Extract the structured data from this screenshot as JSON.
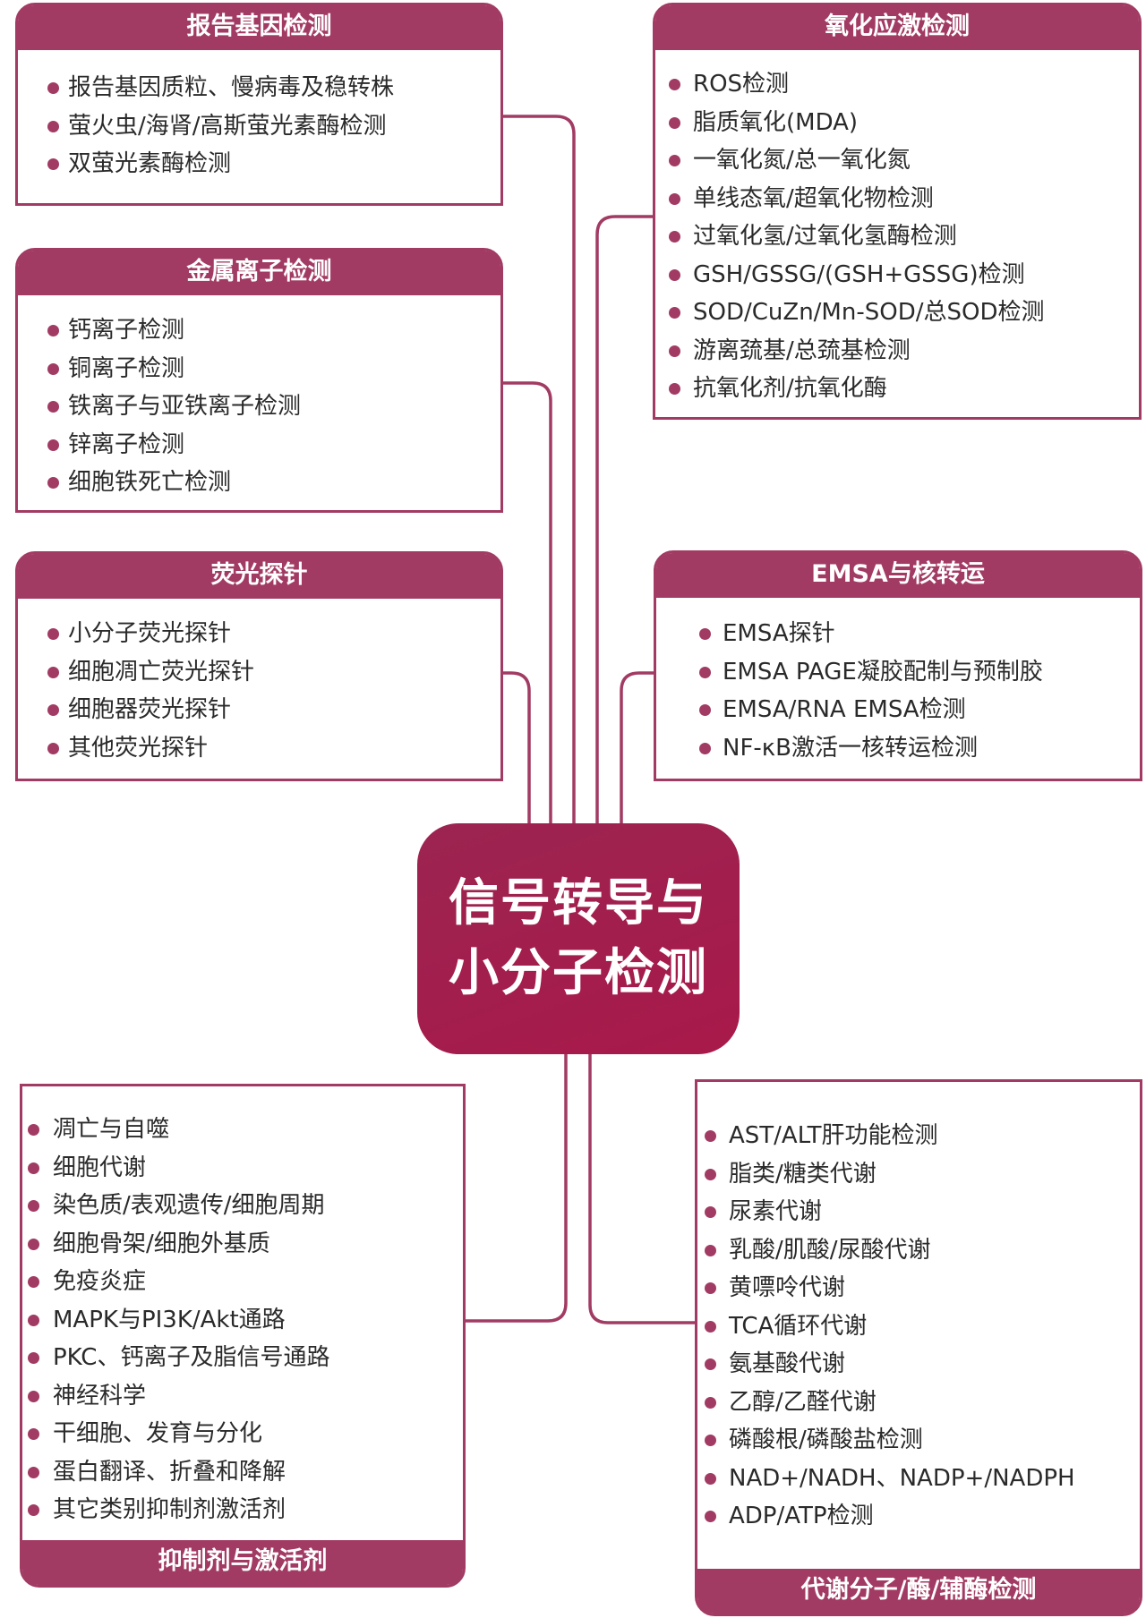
{
  "center": {
    "line1": "信号转导与",
    "line2": "小分子检测"
  },
  "colors": {
    "accent": "#a23b63",
    "center": "#a31c4d"
  },
  "boxes": {
    "reporter": {
      "title": "报告基因检测",
      "items": [
        "报告基因质粒、慢病毒及稳转株",
        "萤火虫/海肾/高斯萤光素酶检测",
        "双萤光素酶检测"
      ]
    },
    "metal": {
      "title": "金属离子检测",
      "items": [
        "钙离子检测",
        "铜离子检测",
        "铁离子与亚铁离子检测",
        "锌离子检测",
        "细胞铁死亡检测"
      ]
    },
    "probe": {
      "title": "荧光探针",
      "items": [
        "小分子荧光探针",
        "细胞凋亡荧光探针",
        "细胞器荧光探针",
        "其他荧光探针"
      ]
    },
    "oxidative": {
      "title": "氧化应激检测",
      "items": [
        "ROS检测",
        "脂质氧化(MDA)",
        "一氧化氮/总一氧化氮",
        "单线态氧/超氧化物检测",
        "过氧化氢/过氧化氢酶检测",
        "GSH/GSSG/(GSH+GSSG)检测",
        "SOD/CuZn/Mn-SOD/总SOD检测",
        "游离巯基/总巯基检测",
        "抗氧化剂/抗氧化酶"
      ]
    },
    "emsa": {
      "title": "EMSA与核转运",
      "items": [
        "EMSA探针",
        "EMSA PAGE凝胶配制与预制胶",
        "EMSA/RNA EMSA检测",
        "NF-κB激活一核转运检测"
      ]
    },
    "inhibitor": {
      "title": "抑制剂与激活剂",
      "items": [
        "凋亡与自噬",
        "细胞代谢",
        "染色质/表观遗传/细胞周期",
        "细胞骨架/细胞外基质",
        "免疫炎症",
        "MAPK与PI3K/Akt通路",
        "PKC、钙离子及脂信号通路",
        "神经科学",
        "干细胞、发育与分化",
        "蛋白翻译、折叠和降解",
        "其它类别抑制剂激活剂"
      ]
    },
    "metabolism": {
      "title": "代谢分子/酶/辅酶检测",
      "items": [
        "AST/ALT肝功能检测",
        "脂类/糖类代谢",
        "尿素代谢",
        "乳酸/肌酸/尿酸代谢",
        "黄嘌呤代谢",
        "TCA循环代谢",
        "氨基酸代谢",
        "乙醇/乙醛代谢",
        "磷酸根/磷酸盐检测",
        "NAD+/NADH、NADP+/NADPH",
        "ADP/ATP检测"
      ]
    }
  }
}
